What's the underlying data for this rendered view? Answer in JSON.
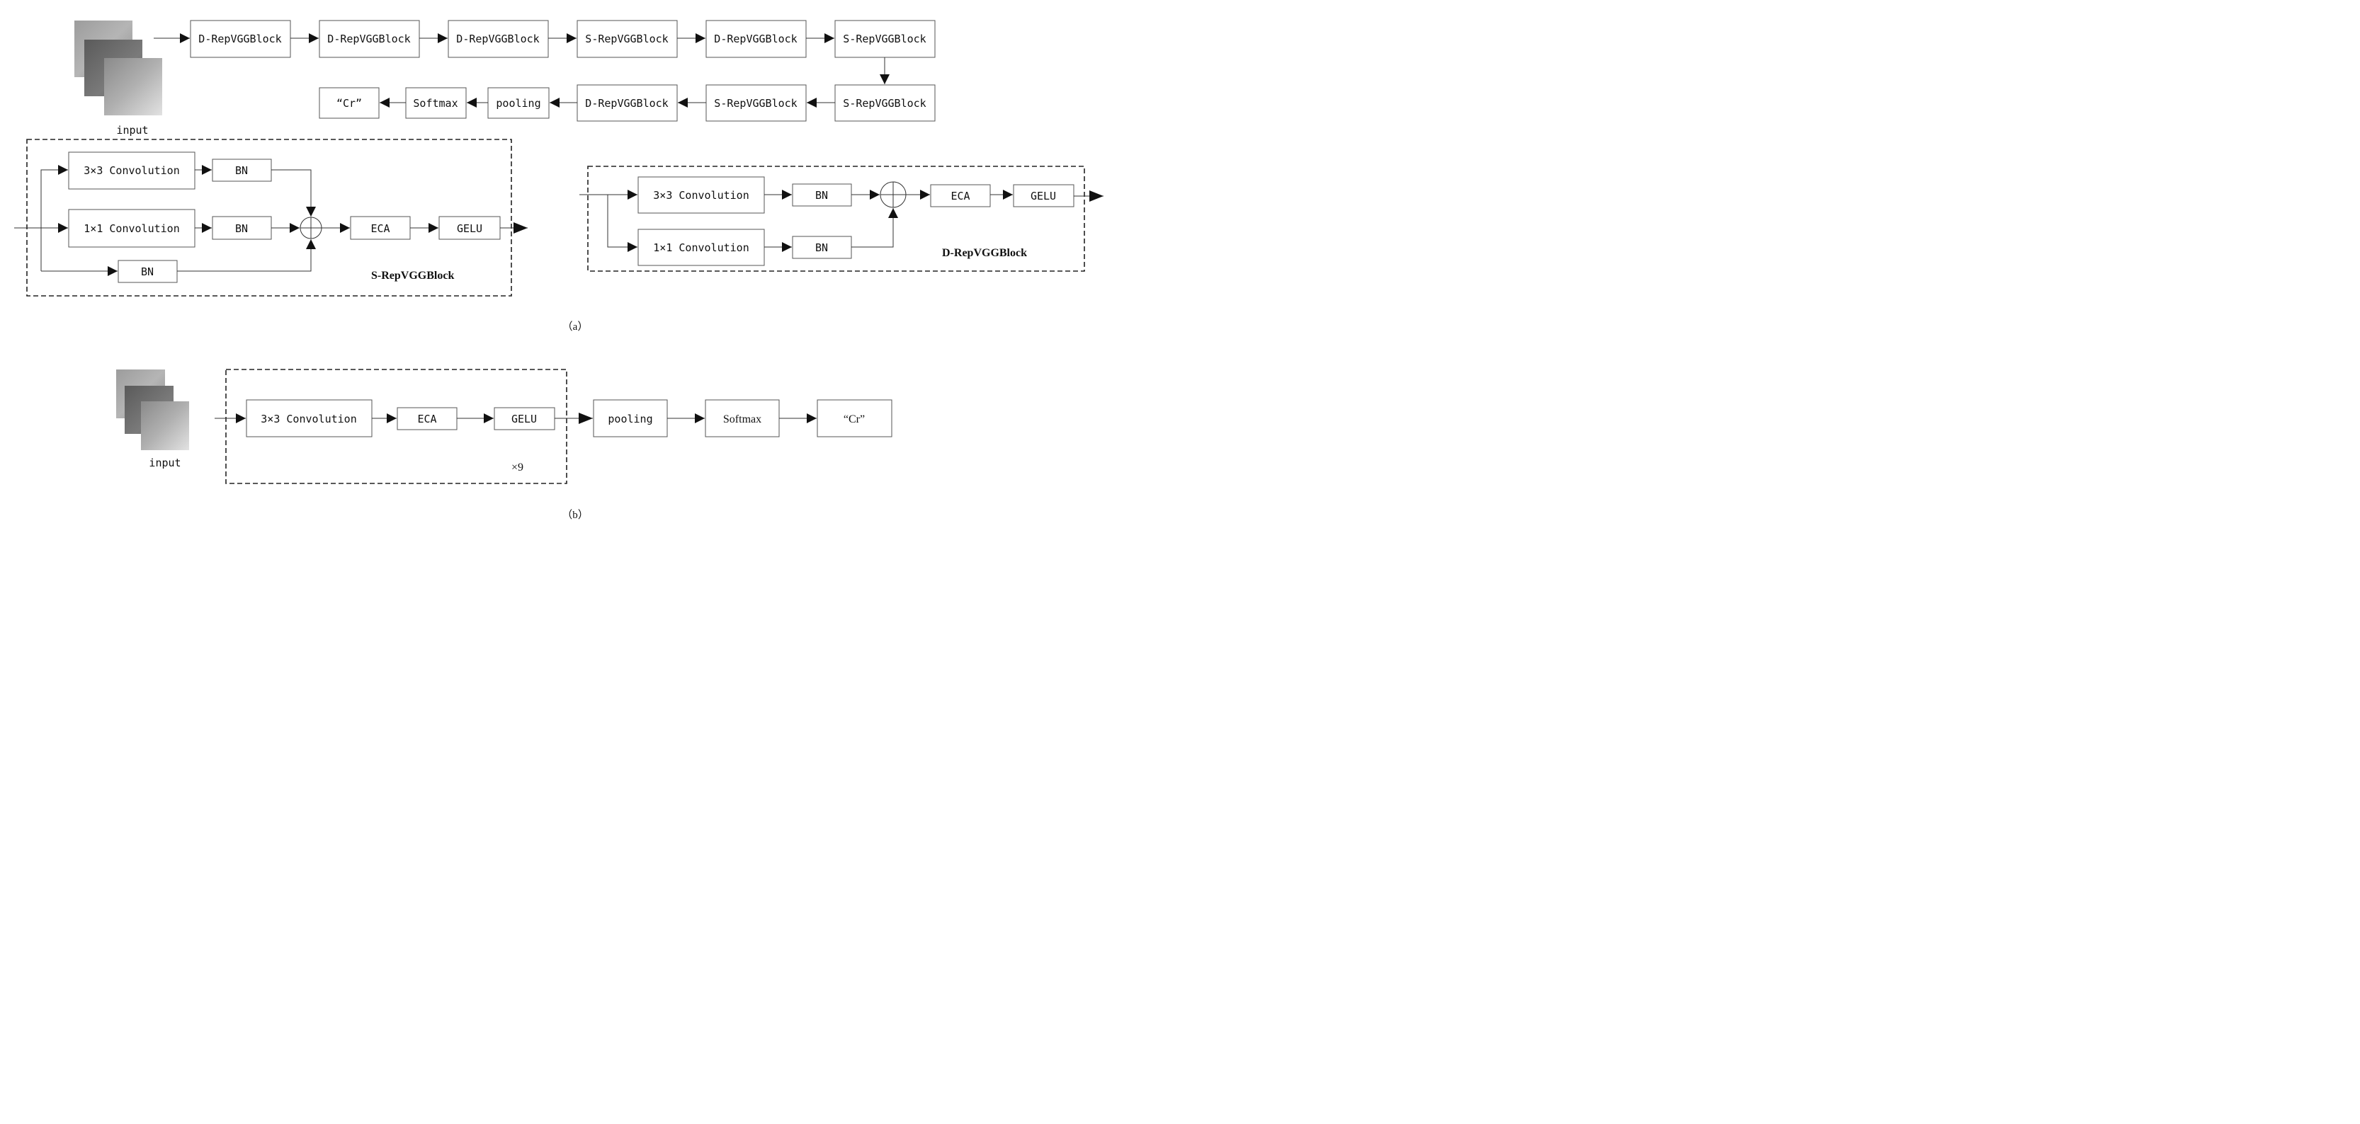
{
  "input_label": "input",
  "part_a": {
    "caption": "（a）",
    "pipeline_row1": [
      "D-RepVGGBlock",
      "D-RepVGGBlock",
      "D-RepVGGBlock",
      "S-RepVGGBlock",
      "D-RepVGGBlock",
      "S-RepVGGBlock"
    ],
    "pipeline_row2": [
      "S-RepVGGBlock",
      "S-RepVGGBlock",
      "D-RepVGGBlock",
      "pooling",
      "Softmax",
      "“Cr”"
    ],
    "s_block": {
      "title": "S-RepVGGBlock",
      "conv3": "3×3 Convolution",
      "conv1": "1×1 Convolution",
      "bn": "BN",
      "eca": "ECA",
      "gelu": "GELU"
    },
    "d_block": {
      "title": "D-RepVGGBlock",
      "conv3": "3×3 Convolution",
      "conv1": "1×1 Convolution",
      "bn": "BN",
      "eca": "ECA",
      "gelu": "GELU"
    }
  },
  "part_b": {
    "caption": "（b）",
    "conv3": "3×3 Convolution",
    "eca": "ECA",
    "gelu": "GELU",
    "repeat": "×9",
    "pooling": "pooling",
    "softmax": "Softmax",
    "output": "“Cr”"
  }
}
